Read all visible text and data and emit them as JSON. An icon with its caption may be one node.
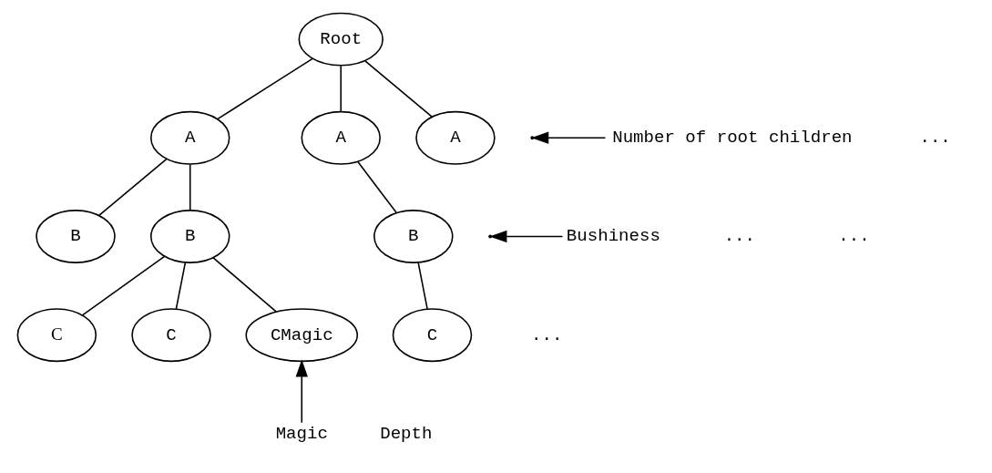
{
  "diagram": {
    "nodes": [
      {
        "text": [
          "Root"
        ]
      },
      {
        "text": [
          "A"
        ]
      },
      {
        "text": [
          "A"
        ]
      },
      {
        "text": [
          "A"
        ]
      },
      {
        "text": [
          "B"
        ]
      },
      {
        "text": [
          "B"
        ]
      },
      {
        "text": [
          "B"
        ]
      },
      {
        "text": [
          "C"
        ]
      },
      {
        "text": [
          "C"
        ]
      },
      {
        "text": [
          "CMagic"
        ]
      },
      {
        "text": [
          "C"
        ]
      },
      {
        "text": [
          "Number of root children"
        ]
      },
      {
        "text": [
          "Bushiness"
        ]
      },
      {
        "text": [
          "Magic"
        ]
      }
    ],
    "edges": [
      {
        "from": 0,
        "to": 1,
        "arrow": "none"
      },
      {
        "from": 0,
        "to": 2,
        "arrow": "none"
      },
      {
        "from": 0,
        "to": 3,
        "arrow": "none"
      },
      {
        "from": 1,
        "to": 4,
        "arrow": "none"
      },
      {
        "from": 1,
        "to": 5,
        "arrow": "none"
      },
      {
        "from": 2,
        "to": 6,
        "arrow": "none"
      },
      {
        "from": 5,
        "to": 7,
        "arrow": "none"
      },
      {
        "from": 5,
        "to": 8,
        "arrow": "none"
      },
      {
        "from": 5,
        "to": 9,
        "arrow": "none"
      },
      {
        "from": 6,
        "to": 10,
        "arrow": "none"
      },
      {
        "from": 11,
        "to": null,
        "arrow": "to"
      },
      {
        "from": 12,
        "to": null,
        "arrow": "to"
      },
      {
        "from": 13,
        "to": 9,
        "arrow": "to"
      }
    ],
    "labels": [
      "...",
      "...",
      "...",
      "...",
      "Depth"
    ]
  }
}
